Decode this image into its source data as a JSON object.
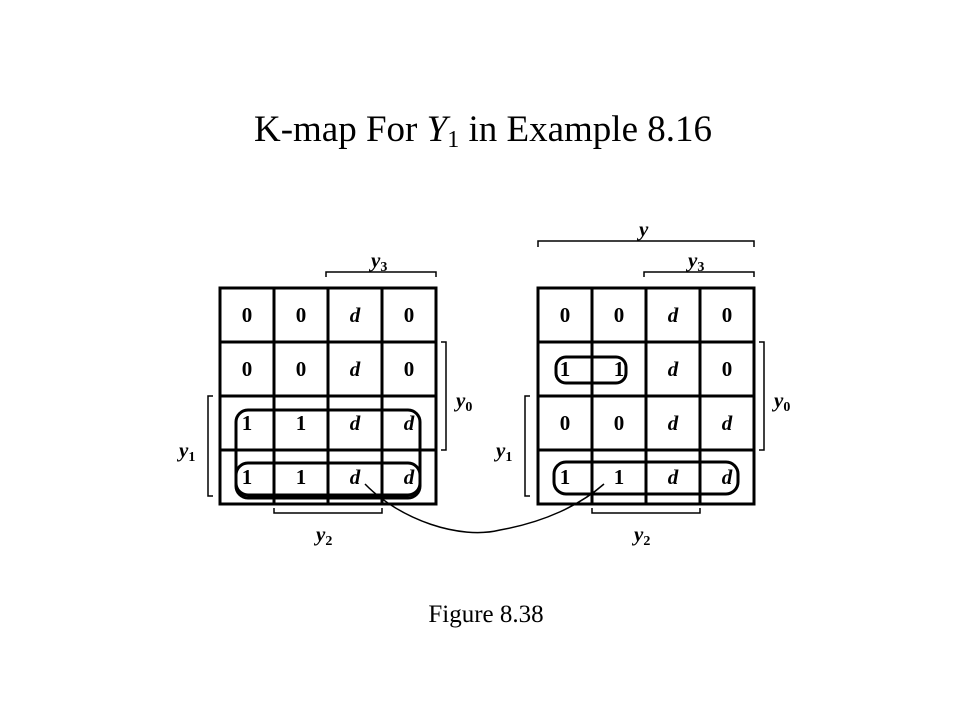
{
  "title": {
    "prefix": "K-map For ",
    "var": "Y",
    "sub": "1",
    "suffix": " in Example 8.16"
  },
  "caption": "Figure 8.38",
  "maps": [
    {
      "cells": [
        [
          "0",
          "0",
          "d",
          "0"
        ],
        [
          "0",
          "0",
          "d",
          "0"
        ],
        [
          "1",
          "1",
          "d",
          "d"
        ],
        [
          "1",
          "1",
          "d",
          "d"
        ]
      ],
      "labels": {
        "y3": {
          "v": "y",
          "s": "3"
        },
        "y0": {
          "v": "y",
          "s": "0"
        },
        "y1": {
          "v": "y",
          "s": "1"
        },
        "y2": {
          "v": "y",
          "s": "2"
        }
      }
    },
    {
      "cells": [
        [
          "0",
          "0",
          "d",
          "0"
        ],
        [
          "1",
          "1",
          "d",
          "0"
        ],
        [
          "0",
          "0",
          "d",
          "d"
        ],
        [
          "1",
          "1",
          "d",
          "d"
        ]
      ],
      "labels": {
        "y": {
          "v": "y"
        },
        "y3": {
          "v": "y",
          "s": "3"
        },
        "y0": {
          "v": "y",
          "s": "0"
        },
        "y1": {
          "v": "y",
          "s": "1"
        },
        "y2": {
          "v": "y",
          "s": "2"
        }
      }
    }
  ]
}
